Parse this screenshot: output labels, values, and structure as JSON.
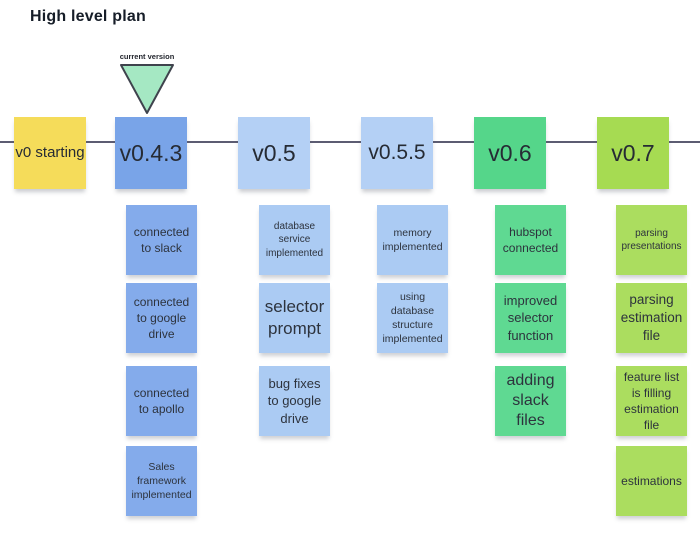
{
  "title": "High level plan",
  "current_version": {
    "label": "current version"
  },
  "colors": {
    "yellow": "#F5DC5A",
    "blue": "#79A4E8",
    "noteblue": "#84ABEB",
    "lightblue": "#B4D0F5",
    "notelightblue": "#ABCBF3",
    "green": "#55D68A",
    "notegreen": "#5FD992",
    "lime": "#A6DB52",
    "notelime": "#ABDD5F",
    "triangle": "#A5E8C3",
    "line": "#5C5C72",
    "text": "#23262E"
  },
  "milestones": [
    {
      "label": "v0 starting"
    },
    {
      "label": "v0.4.3"
    },
    {
      "label": "v0.5"
    },
    {
      "label": "v0.5.5"
    },
    {
      "label": "v0.6"
    },
    {
      "label": "v0.7"
    }
  ],
  "columns": [
    {
      "version": "v0.4.3",
      "notes": [
        {
          "text": "connected to slack"
        },
        {
          "text": "connected to google drive"
        },
        {
          "text": "connected to apollo"
        },
        {
          "text": "Sales framework implemented"
        }
      ]
    },
    {
      "version": "v0.5",
      "notes": [
        {
          "text": "database service implemented"
        },
        {
          "text": "selector prompt"
        },
        {
          "text": "bug fixes to google drive"
        }
      ]
    },
    {
      "version": "v0.5.5",
      "notes": [
        {
          "text": "memory implemented"
        },
        {
          "text": "using database structure implemented"
        }
      ]
    },
    {
      "version": "v0.6",
      "notes": [
        {
          "text": "hubspot connected"
        },
        {
          "text": "improved selector function"
        },
        {
          "text": "adding slack files"
        }
      ]
    },
    {
      "version": "v0.7",
      "notes": [
        {
          "text": "parsing presentations"
        },
        {
          "text": "parsing estimation file"
        },
        {
          "text": "feature list is filling estimation file"
        },
        {
          "text": "estimations"
        }
      ]
    }
  ]
}
